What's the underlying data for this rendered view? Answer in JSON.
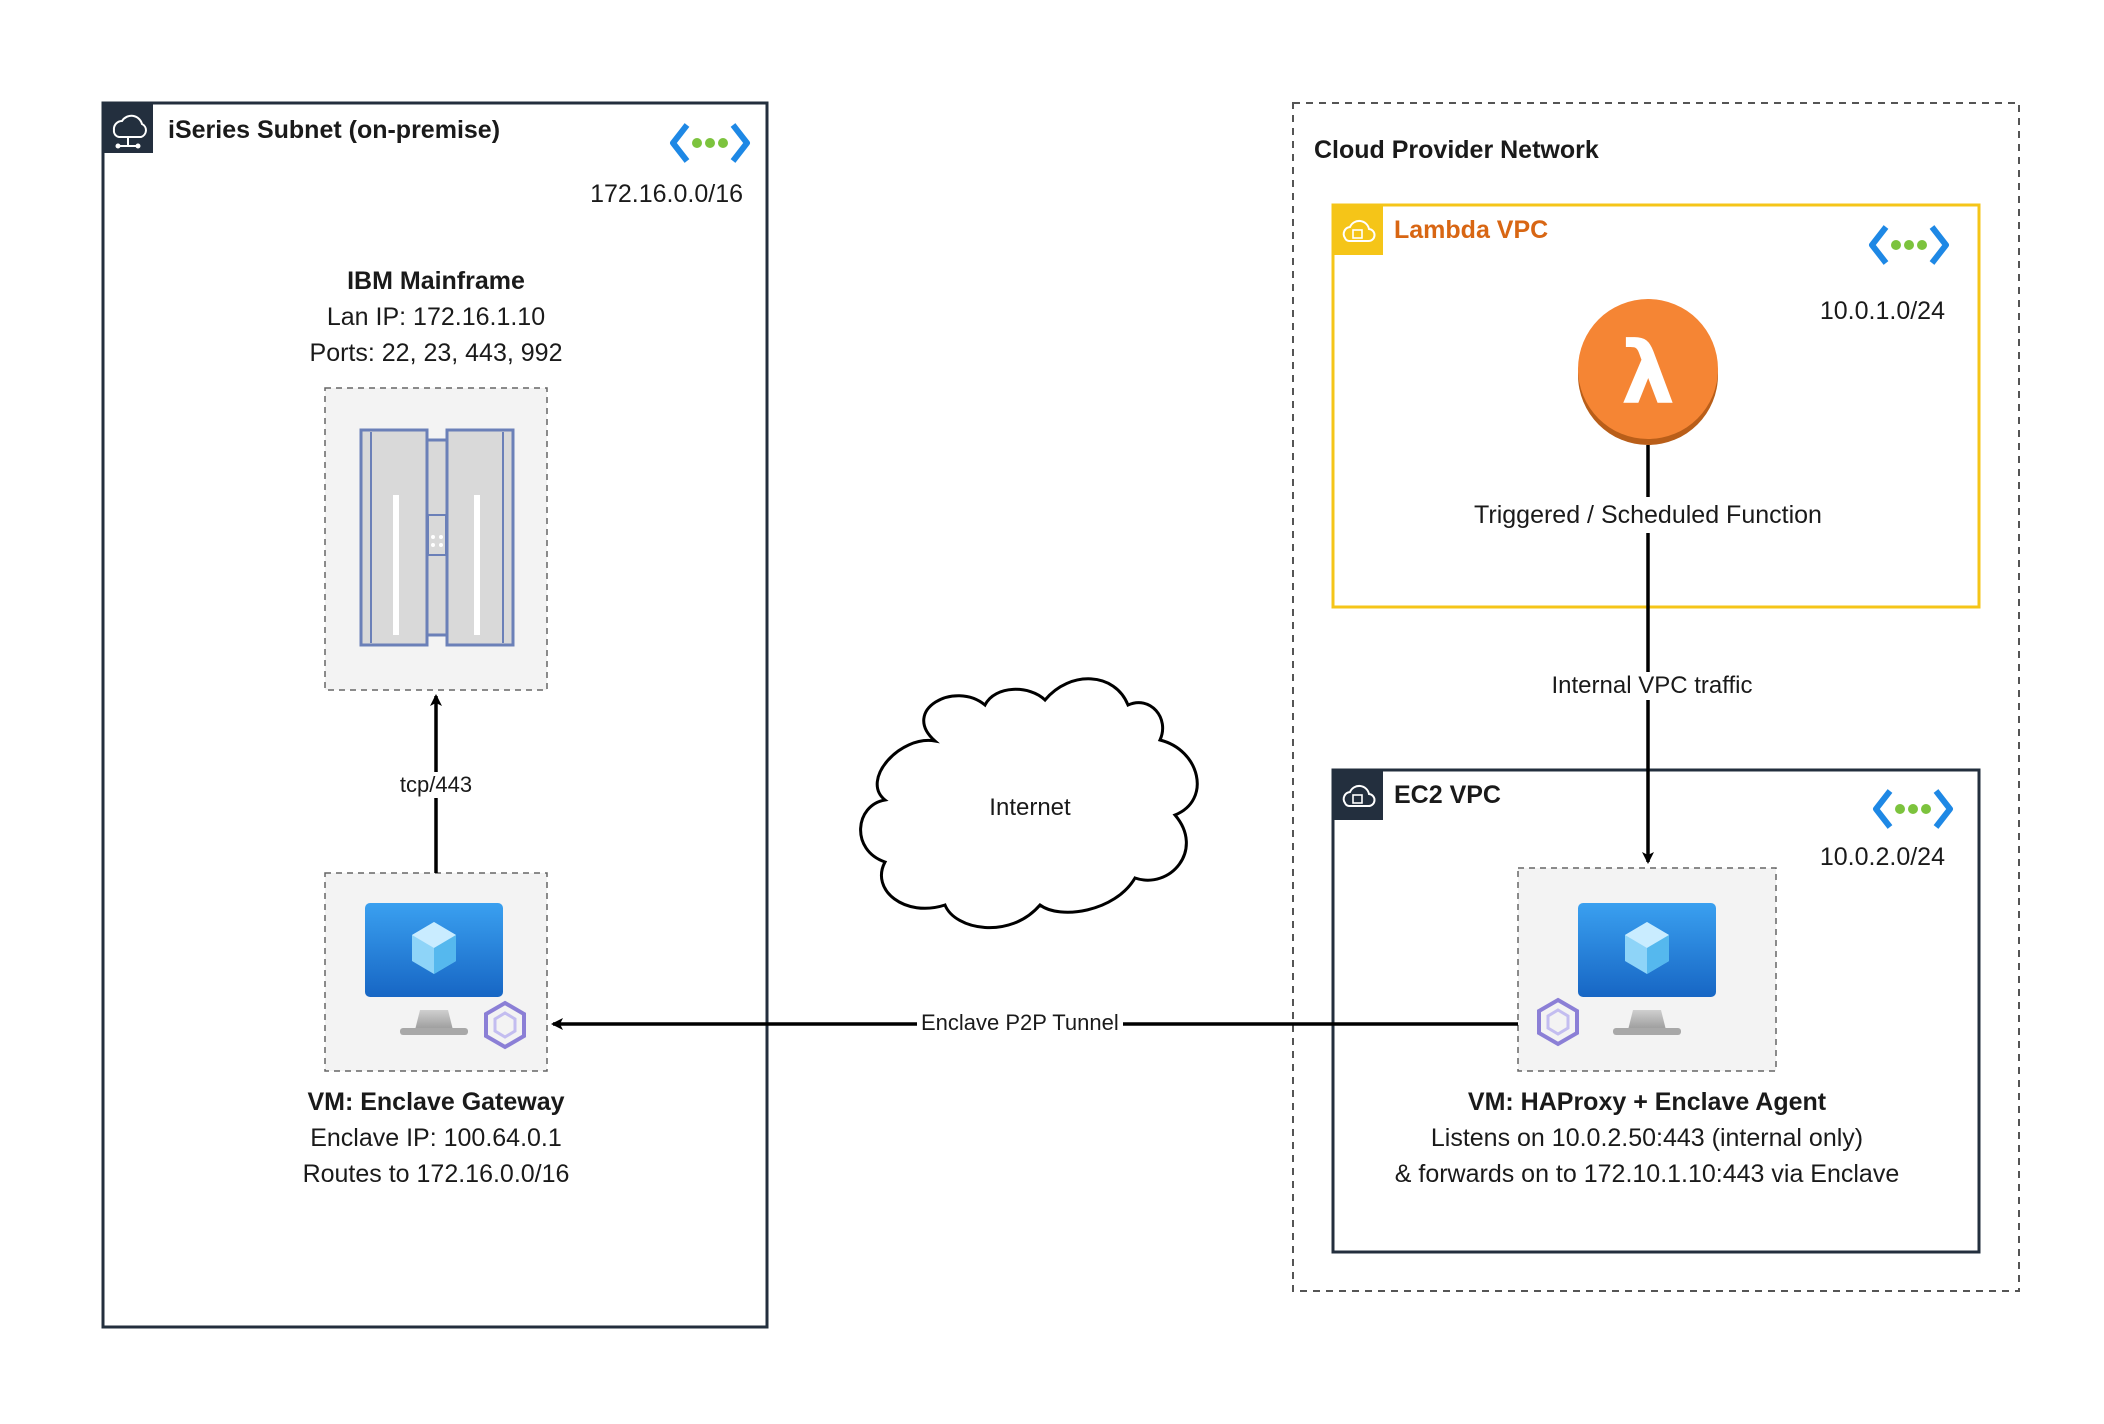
{
  "on_premise": {
    "title": "iSeries Subnet (on-premise)",
    "cidr": "172.16.0.0/16",
    "mainframe": {
      "name": "IBM Mainframe",
      "lan_ip": "Lan IP: 172.16.1.10",
      "ports": "Ports: 22, 23, 443, 992"
    },
    "gateway": {
      "name": "VM: Enclave Gateway",
      "enclave_ip": "Enclave IP: 100.64.0.1",
      "routes": "Routes to 172.16.0.0/16"
    }
  },
  "cloud": {
    "title": "Cloud Provider Network",
    "lambda_vpc": {
      "title": "Lambda VPC",
      "cidr": "10.0.1.0/24",
      "function_label": "Triggered / Scheduled Function"
    },
    "ec2_vpc": {
      "title": "EC2 VPC",
      "cidr": "10.0.2.0/24",
      "vm": {
        "name": "VM: HAProxy + Enclave Agent",
        "listens": "Listens on 10.0.2.50:443 (internal only)",
        "forwards": "& forwards on to 172.10.1.10:443 via Enclave"
      }
    }
  },
  "internet": {
    "label": "Internet"
  },
  "edges": {
    "tcp": "tcp/443",
    "tunnel": "Enclave P2P Tunnel",
    "internal": "Internal VPC traffic"
  },
  "colors": {
    "lambda_orange": "#f58534",
    "lambda_border": "#f5c518",
    "lambda_title": "#d86613",
    "vnet_blue": "#1e88e5",
    "vnet_green": "#7cc33d",
    "vm_blue": "#1f7fd8",
    "enclave_purple": "#8b7fd6",
    "mainframe_blue": "#6b80b8"
  }
}
